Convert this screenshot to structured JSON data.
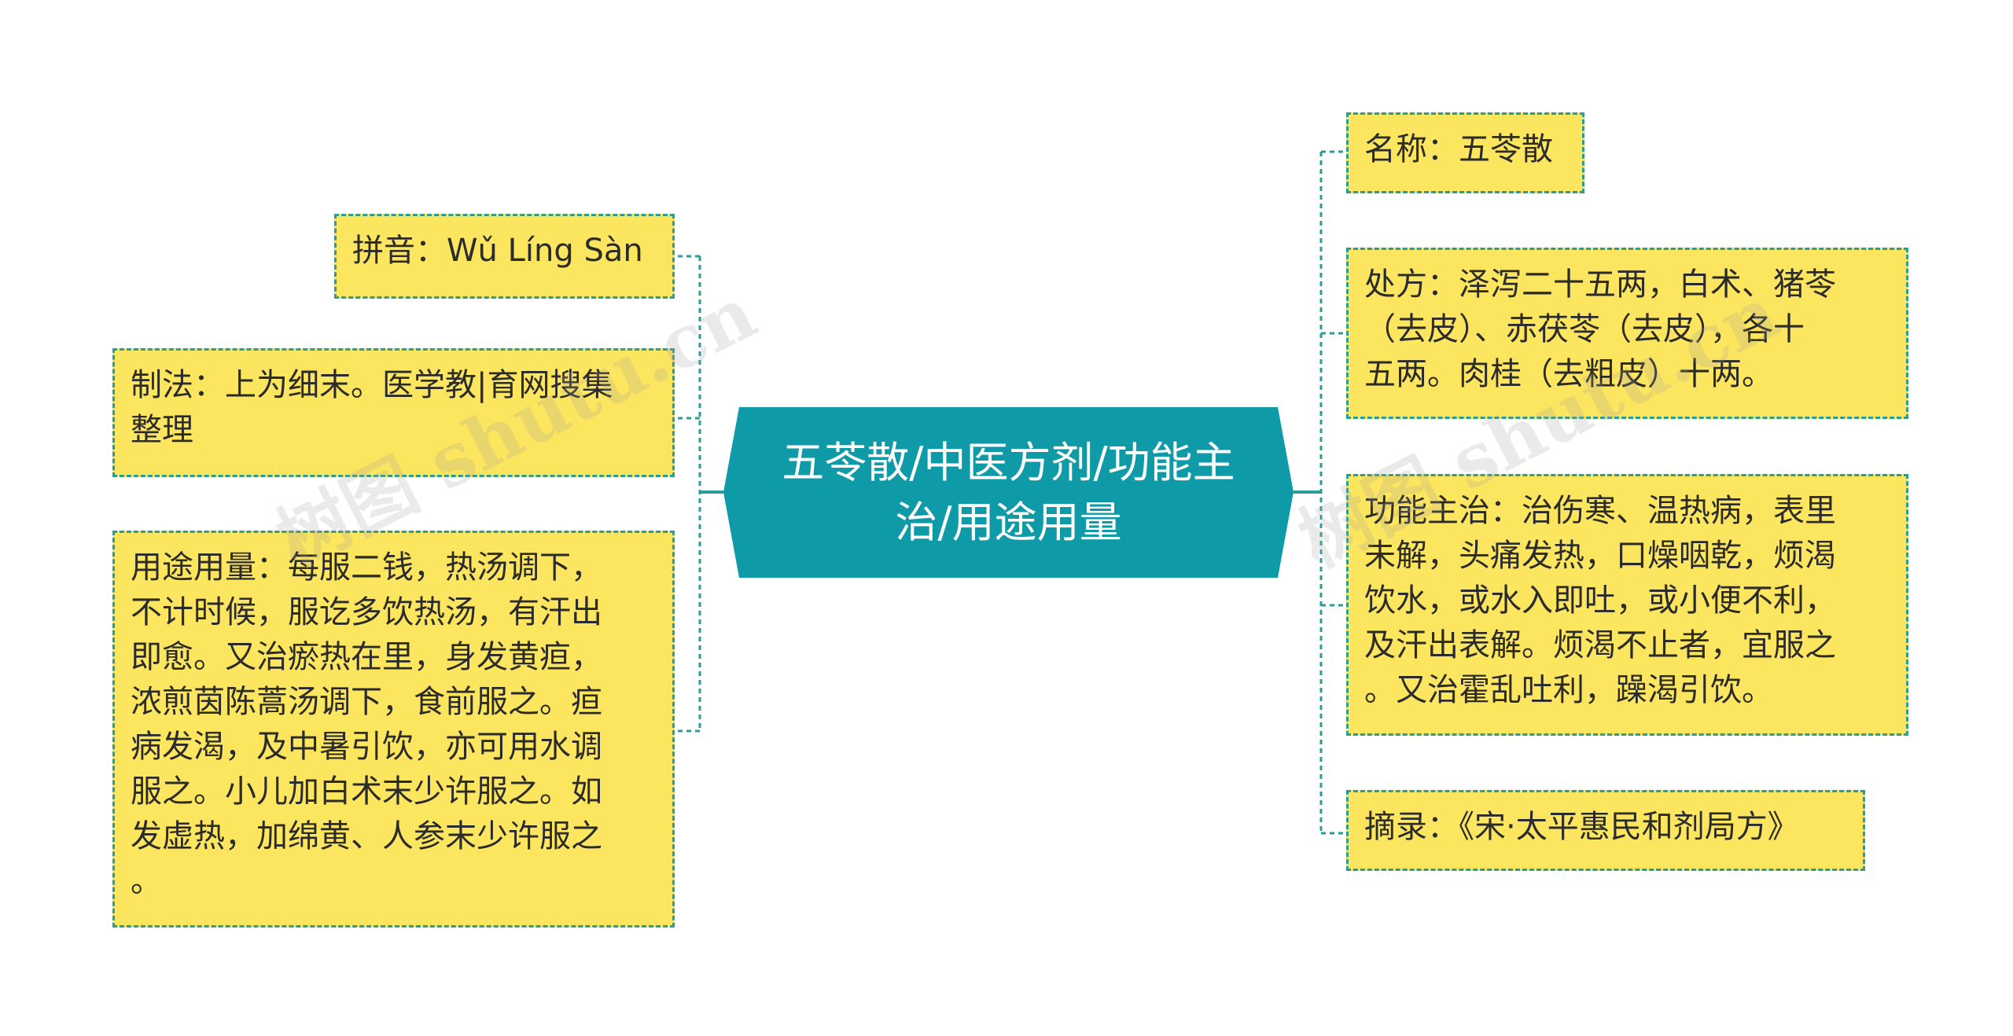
{
  "central": {
    "line1": "五苓散/中医方剂/功能主",
    "line2": "治/用途用量"
  },
  "left_nodes": {
    "pinyin": [
      "拼音：Wǔ Líng Sàn"
    ],
    "zhifa": [
      "制法：上为细末。医学教|育网搜集",
      "整理"
    ],
    "yongtu": [
      "用途用量：每服二钱，热汤调下，",
      "不计时候，服讫多饮热汤，有汗出",
      "即愈。又治瘀热在里，身发黄疸，",
      "浓煎茵陈蒿汤调下，食前服之。疸",
      "病发渴，及中暑引饮，亦可用水调",
      "服之。小儿加白术末少许服之。如",
      "发虚热，加绵黄、人参末少许服之",
      "。"
    ]
  },
  "right_nodes": {
    "mingcheng": [
      "名称：五苓散"
    ],
    "chufang": [
      "处方：泽泻二十五两，白术、猪苓",
      "（去皮）、赤茯苓（去皮），各十",
      "五两。肉桂（去粗皮）十两。"
    ],
    "gongneng": [
      "功能主治：治伤寒、温热病，表里",
      "未解，头痛发热，口燥咽乾，烦渴",
      "饮水，或水入即吐，或小便不利，",
      "及汗出表解。烦渴不止者，宜服之",
      "。又治霍乱吐利，躁渴引饮。"
    ],
    "zhailu": [
      "摘录：《宋·太平惠民和剂局方》"
    ]
  },
  "watermarks": [
    "树图 shutu.cn",
    "树图 shutu.cn"
  ],
  "colors": {
    "central_fill": "#0e9aa7",
    "node_fill": "#fde65f",
    "node_border": "#2a9d97",
    "connector": "#2a9d97"
  }
}
